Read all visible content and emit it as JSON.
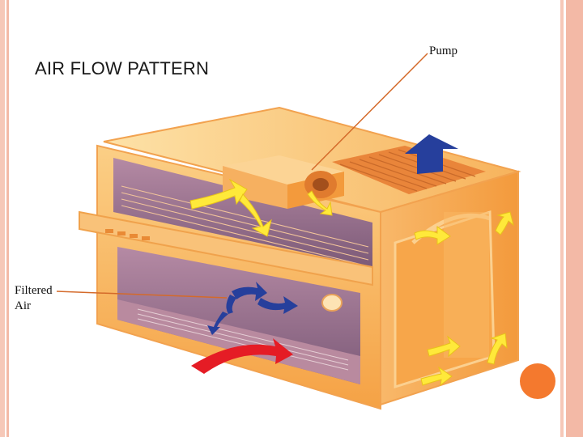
{
  "title": "AIR FLOW PATTERN",
  "labels": {
    "pump": "Pump",
    "filtered_air_line1": "Filtered",
    "filtered_air_line2": "Air"
  },
  "colors": {
    "frame": "#f6c8b8",
    "cabinet": "#f6a44c",
    "cabinet_light": "#fcd38a",
    "interior": "#9a6f8c",
    "arrow_yellow": "#ffe93a",
    "arrow_blue": "#263f9c",
    "arrow_red": "#e51c25",
    "leader_line": "#d46a2a",
    "corner_dot": "#f4792e"
  }
}
